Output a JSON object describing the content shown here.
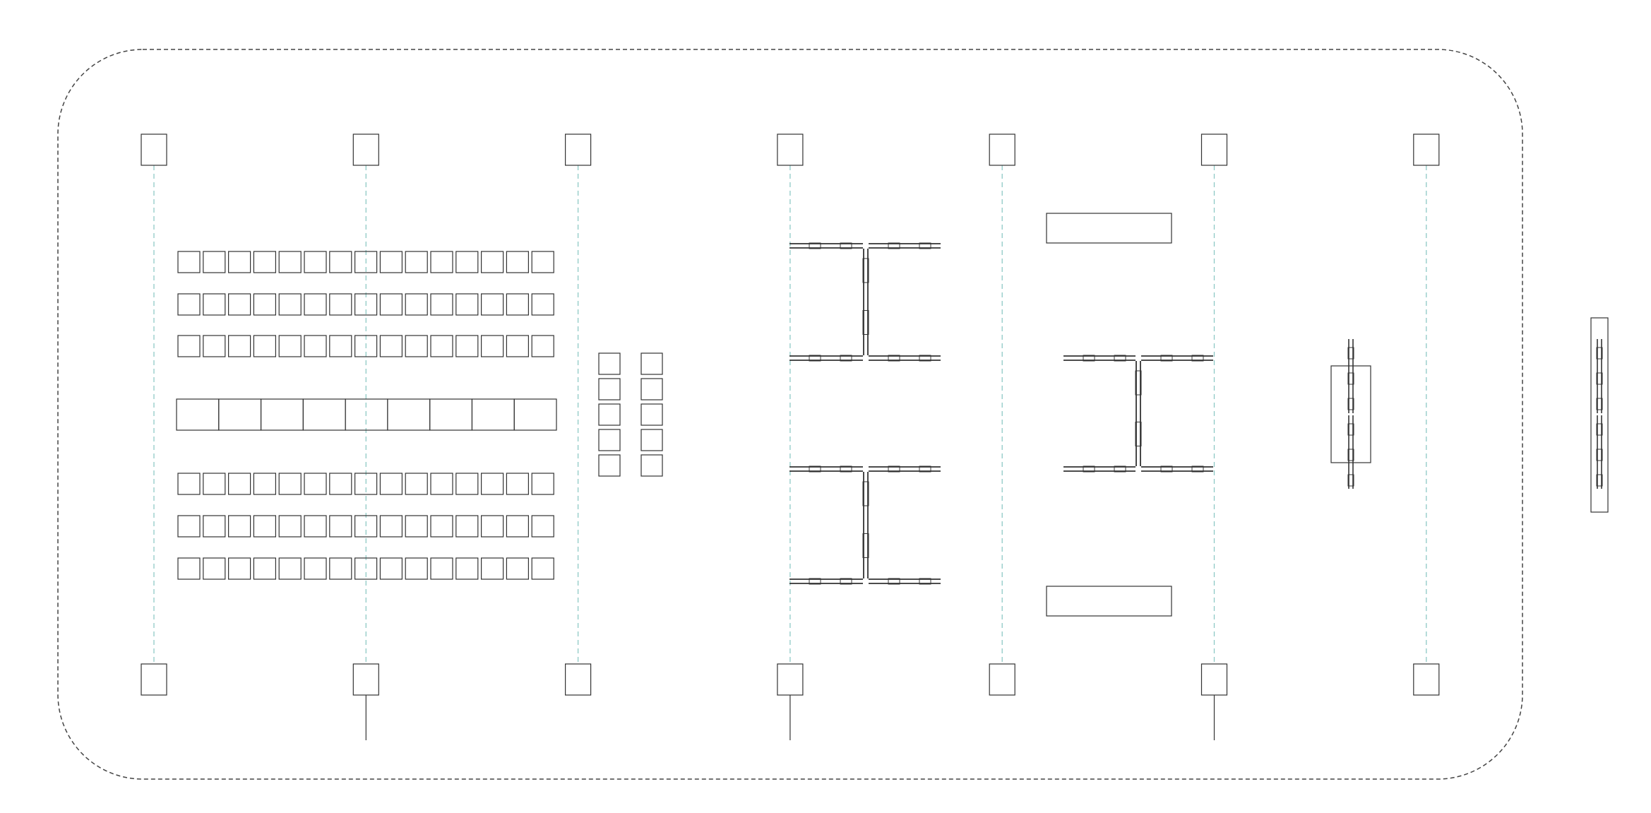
{
  "diagram": {
    "kind": "floor-plan",
    "labels": [],
    "colors": {
      "stroke": "#333333",
      "dashed_boundary": "#444444",
      "center_line": "#8ec9c6",
      "background": "#ffffff"
    },
    "counts": {
      "columns_per_row": 7,
      "column_rows": 2,
      "seat_blocks": 6,
      "seats_per_row": 15,
      "stage_panels": 9,
      "side_seats_per_stack": 5,
      "side_seat_stacks": 2,
      "desk_clusters": 3,
      "counter_tables": 2,
      "rotated_desk_units": 2
    }
  }
}
